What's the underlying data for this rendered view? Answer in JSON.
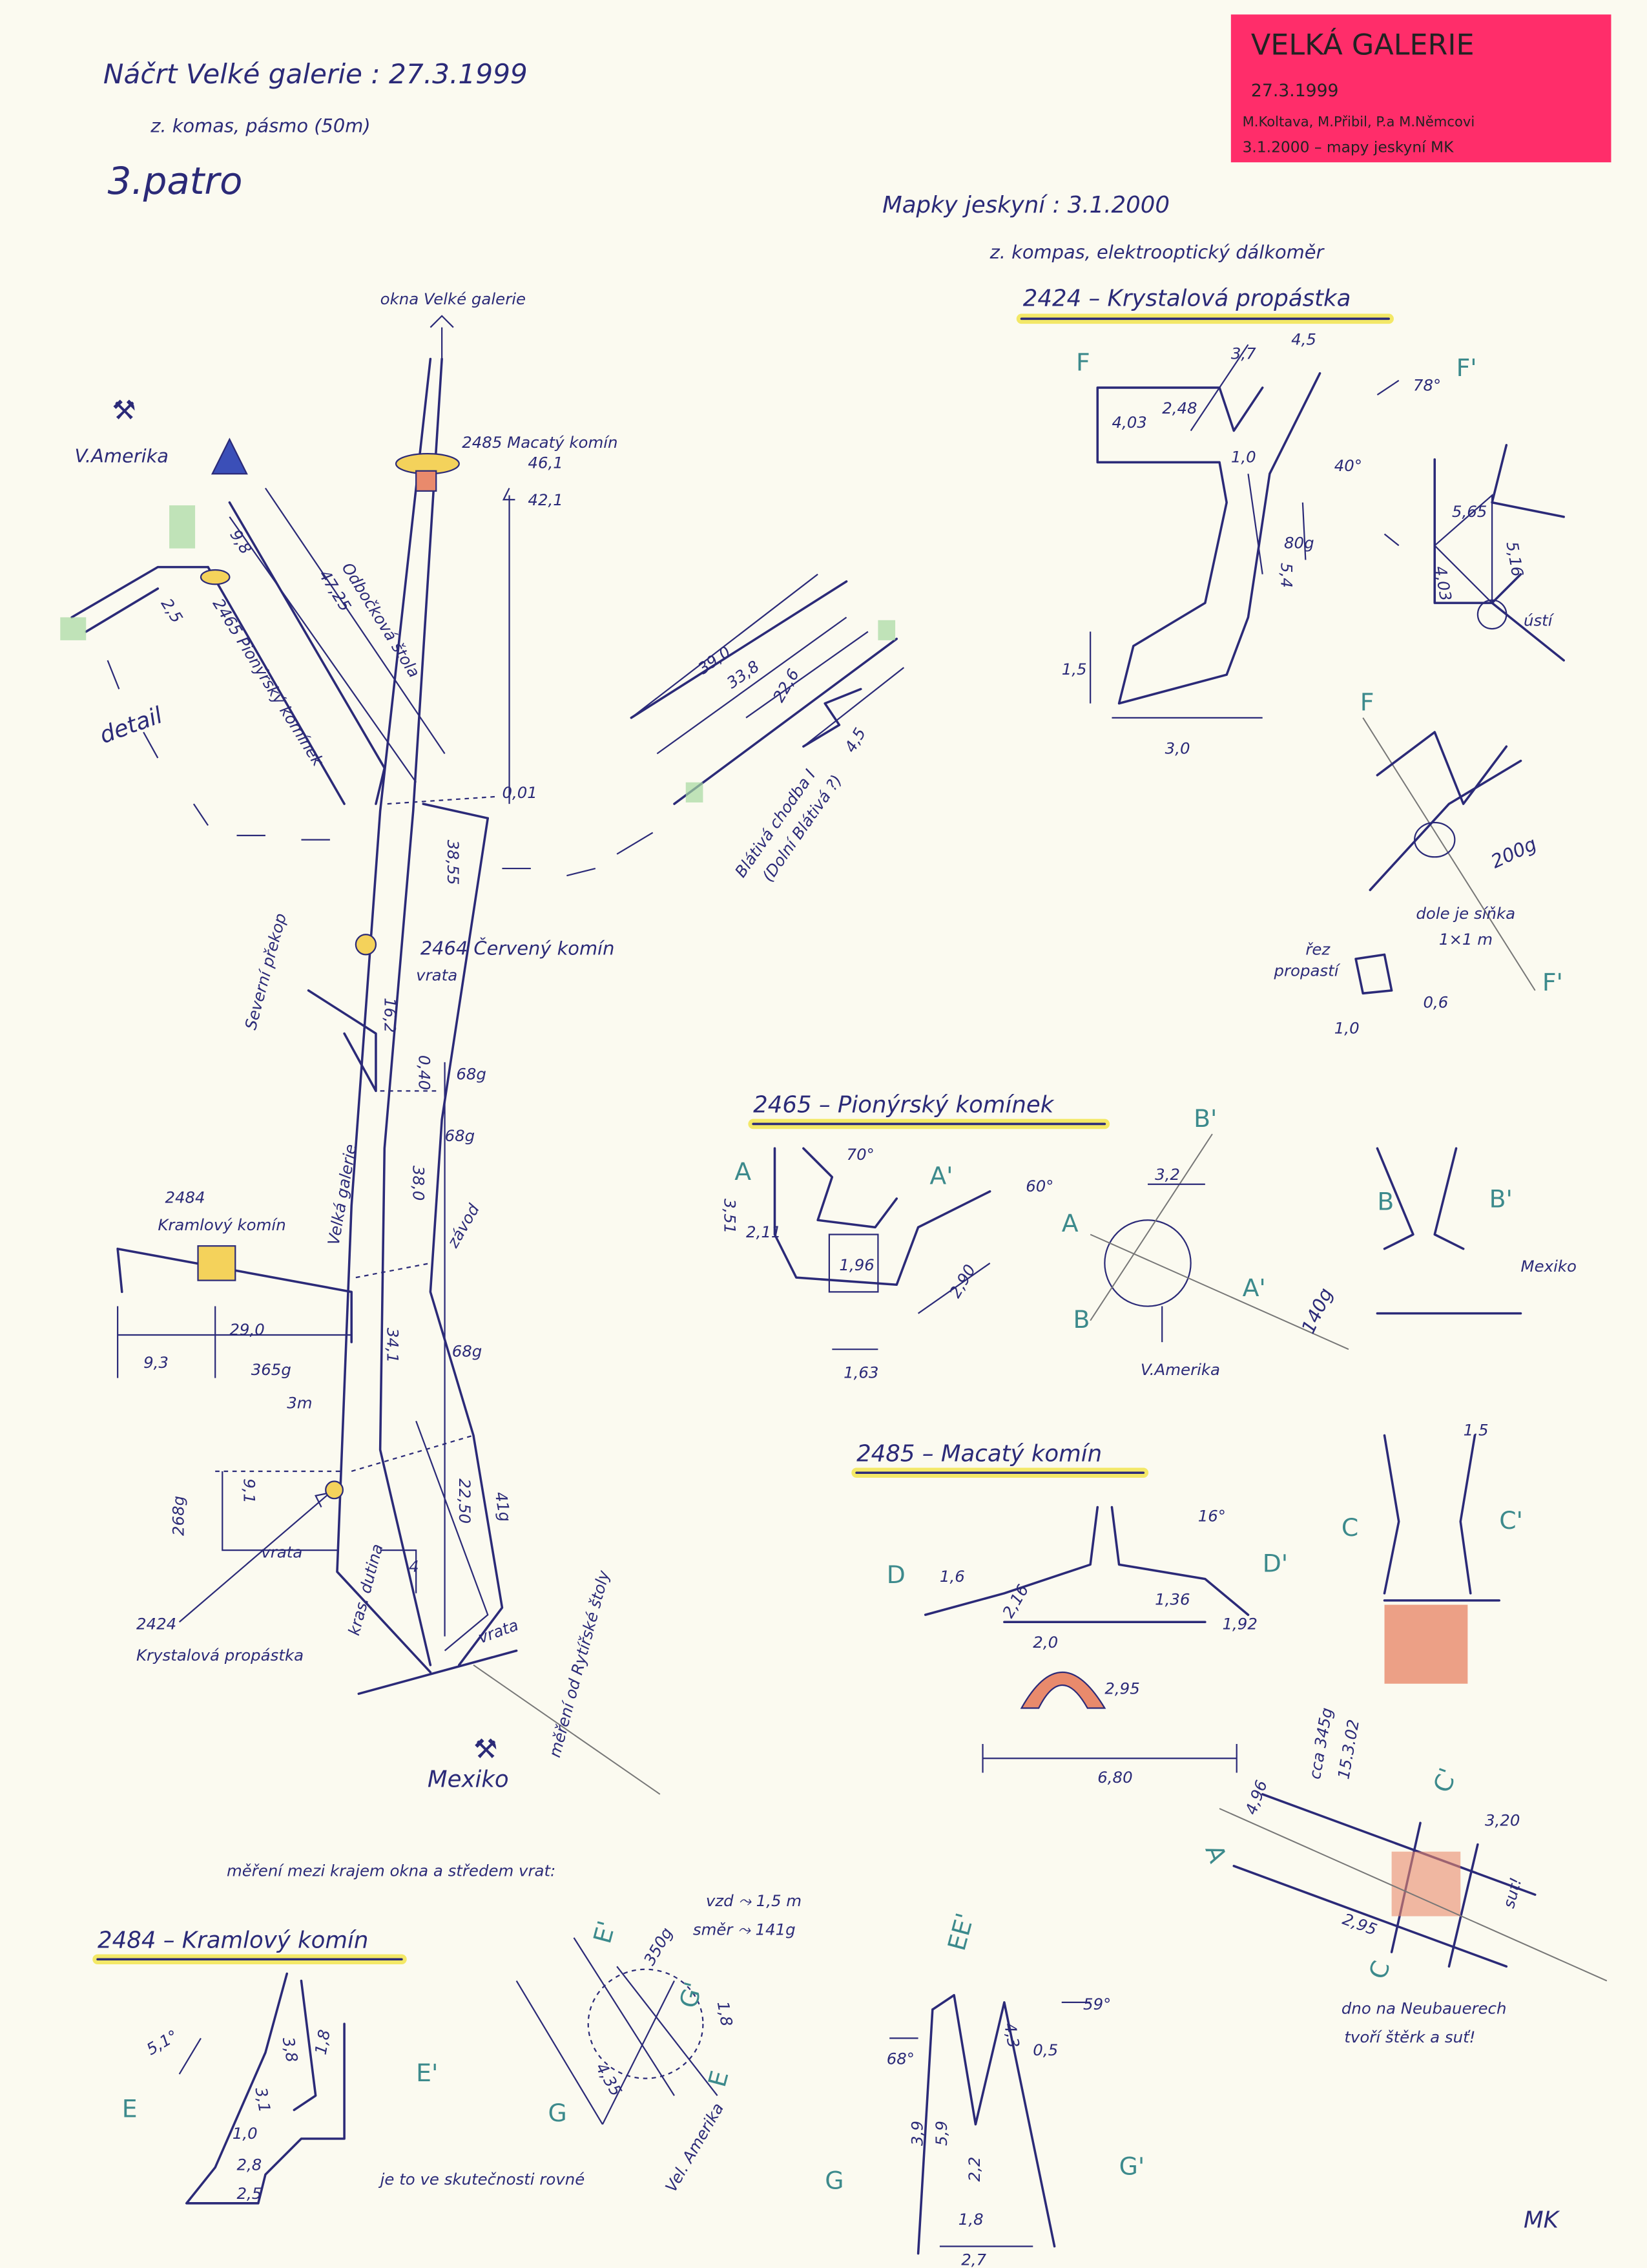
{
  "colors": {
    "ink": "#2b2a78",
    "label_bg": "#ff2d6a",
    "highlight": "#f2e650",
    "section_letters": "#3c8a8c",
    "red_fill": "#e98a6c"
  },
  "header": {
    "title": "Náčrt Velké galerie : 27.3.1999",
    "subtitle": "z. komas, pásmo (50m)",
    "level": "3.patro"
  },
  "label_card": {
    "title": "VELKÁ GALERIE",
    "date": "27.3.1999",
    "authors": "M.Koltava, M.Přibil, P.a M.Němcovi",
    "note": "3.1.2000 – mapy jeskyní MK"
  },
  "maps_header": {
    "title": "Mapky jeskyní : 3.1.2000",
    "subtitle": "z. kompas, elektrooptický dálkoměr"
  },
  "plan": {
    "windows": "okna Velké galerie",
    "v_amerika": "V.Amerika",
    "macaty": "2485 Macatý komín",
    "m461": "46,1",
    "m421": "42,1",
    "detail": "detail",
    "odbockova": "Odbočková štola",
    "pionyrsky": "2465 Pionýrský komínek",
    "m4725": "47,25",
    "m98": "9,8",
    "m25": "2,5",
    "m390": "39,0",
    "m338": "33,8",
    "m226": "22,6",
    "m45": "4,5",
    "blativa": "Blátivá chodba I",
    "dolni": "(Dolní Blátivá ?)",
    "m001": "0,01",
    "m3855": "38,55",
    "cerveny": "2464 Červený komín",
    "vrata1": "vrata",
    "severni": "Severní překop",
    "m162": "16,2",
    "m040": "0,40",
    "g68a": "68g",
    "g68b": "68g",
    "m380": "38,0",
    "zavod": "závod",
    "kramlovy_num": "2484",
    "kramlovy": "Kramlový komín",
    "velka_galerie": "Velká galerie",
    "m290": "29,0",
    "m93": "9,3",
    "g365": "365g",
    "m3": "3m",
    "m341": "34,1",
    "g68c": "68g",
    "g268": "268g",
    "m91": "9,1",
    "vrata2": "vrata",
    "krystal_num": "2424",
    "krystal": "Krystalová propástka",
    "dutina": "kras. dutina",
    "m4": "4",
    "m2250": "22,50",
    "g41": "41g",
    "vrata3": "vrata",
    "mexiko": "Mexiko",
    "rytirske": "měření od Rytířské štoly"
  },
  "krystalova": {
    "heading": "2424 – Krystalová propástka",
    "F": "F",
    "F2": "F'",
    "m37": "3,7",
    "m45": "4,5",
    "m403": "4,03",
    "m248": "2,48",
    "m10": "1,0",
    "a78": "78°",
    "a40": "40°",
    "m565": "5,65",
    "m516": "5,16",
    "m403b": "4,03",
    "usti": "ústí",
    "g80": "80g",
    "m54": "5,4",
    "m15": "1,5",
    "m30": "3,0",
    "F3": "F",
    "g200": "200g",
    "note1": "dole je síňka",
    "note2": "1×1 m",
    "rez1": "řez",
    "rez2": "propastí",
    "m06": "0,6",
    "m10b": "1,0",
    "F4": "F'"
  },
  "pionyrsky": {
    "heading": "2465 – Pionýrský komínek",
    "A": "A",
    "A2": "A'",
    "a70": "70°",
    "a60": "60°",
    "m351": "3,51",
    "m211": "2,11",
    "m196": "1,96",
    "m290": "2,90",
    "m163": "1,63",
    "B2": "B'",
    "m32": "3,2",
    "A3": "A",
    "A4": "A'",
    "B": "B",
    "g140": "140g",
    "vamerika": "V.Amerika",
    "B3": "B",
    "B4": "B'",
    "mexiko": "Mexiko"
  },
  "macaty": {
    "heading": "2485 – Macatý komín",
    "m15": "1,5",
    "C": "C",
    "C2": "C'",
    "D": "D",
    "D2": "D'",
    "m16": "1,6",
    "m216": "2,16",
    "a16": "16°",
    "m136": "1,36",
    "m192": "1,92",
    "m20": "2,0",
    "m295": "2,95",
    "m680": "6,80",
    "cca": "cca 345g",
    "date": "15.3.02",
    "A": "A",
    "m496": "4,96",
    "m320": "3,20",
    "C3": "C'",
    "m295b": "2,95",
    "C4": "C",
    "sut": "sut!",
    "note1": "dno na Neubauerech",
    "note2": "tvoří štěrk a suť!"
  },
  "bottom": {
    "mereni": "měření mezi krajem okna a středem vrat:",
    "vzd": "vzd ⤳ 1,5 m",
    "smer": "směr ⤳ 141g"
  },
  "kramlovy_section": {
    "heading": "2484 – Kramlový komín",
    "a51": "5,1°",
    "E": "E",
    "E2": "E'",
    "m38": "3,8",
    "m31": "3,1",
    "m18": "1,8",
    "m10": "1,0",
    "m28": "2,8",
    "m25": "2,5",
    "note": "je to ve skutečnosti rovné",
    "E3": "E'",
    "g350": "350g",
    "G2": "G'",
    "m18b": "1,8",
    "E4": "E",
    "m435": "4,35",
    "G": "G",
    "velamerika": "Vel. Amerika",
    "EE": "EE'",
    "a59": "59°",
    "m05": "0,5",
    "a68": "68°",
    "m43": "4,3",
    "m39": "3,9",
    "m59": "5,9",
    "m22": "2,2",
    "m18c": "1,8",
    "m27": "2,7",
    "G3": "G",
    "G4": "G'"
  },
  "signature": "MK"
}
